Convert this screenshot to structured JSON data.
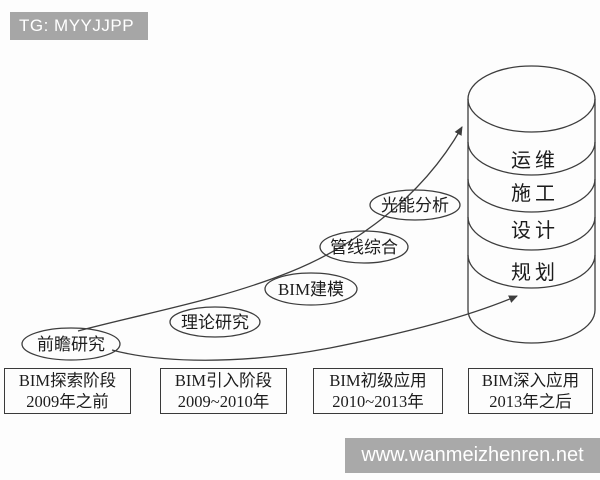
{
  "badge": {
    "label": "TG: MYYJJPP"
  },
  "watermark": {
    "text": "www.wanmeizhenren.net"
  },
  "diagram": {
    "title_implicit": "BIM development stages diagram",
    "milestones": [
      {
        "label": "前瞻研究"
      },
      {
        "label": "理论研究"
      },
      {
        "label": "BIM建模"
      },
      {
        "label": "管线综合"
      },
      {
        "label": "光能分析"
      }
    ],
    "cylinder": {
      "layers": [
        {
          "label": "运维"
        },
        {
          "label": "施工"
        },
        {
          "label": "设计"
        },
        {
          "label": "规划"
        }
      ]
    },
    "stages": [
      {
        "title": "BIM探索阶段",
        "period": "2009年之前"
      },
      {
        "title": "BIM引入阶段",
        "period": "2009~2010年"
      },
      {
        "title": "BIM初级应用",
        "period": "2010~2013年"
      },
      {
        "title": "BIM深入应用",
        "period": "2013年之后"
      }
    ],
    "colors": {
      "line": "#3d3d3d",
      "badge_bg": "#a6a6a6",
      "watermark_bg": "#a9a9a9",
      "text": "#1c1c1c",
      "background": "#fdfdfd"
    }
  }
}
